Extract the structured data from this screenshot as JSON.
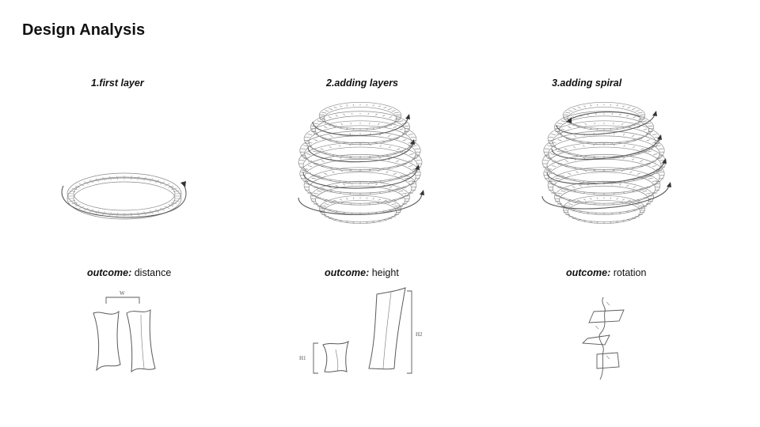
{
  "page": {
    "title": "Design Analysis"
  },
  "steps": [
    {
      "label": "1.first layer"
    },
    {
      "label": "2.adding layers"
    },
    {
      "label": "3.adding spiral"
    }
  ],
  "outcomes": [
    {
      "prefix": "outcome:",
      "value": "distance",
      "dim_labels": [
        "W"
      ]
    },
    {
      "prefix": "outcome:",
      "value": "height",
      "dim_labels": [
        "H1",
        "H2"
      ]
    },
    {
      "prefix": "outcome:",
      "value": "rotation"
    }
  ]
}
